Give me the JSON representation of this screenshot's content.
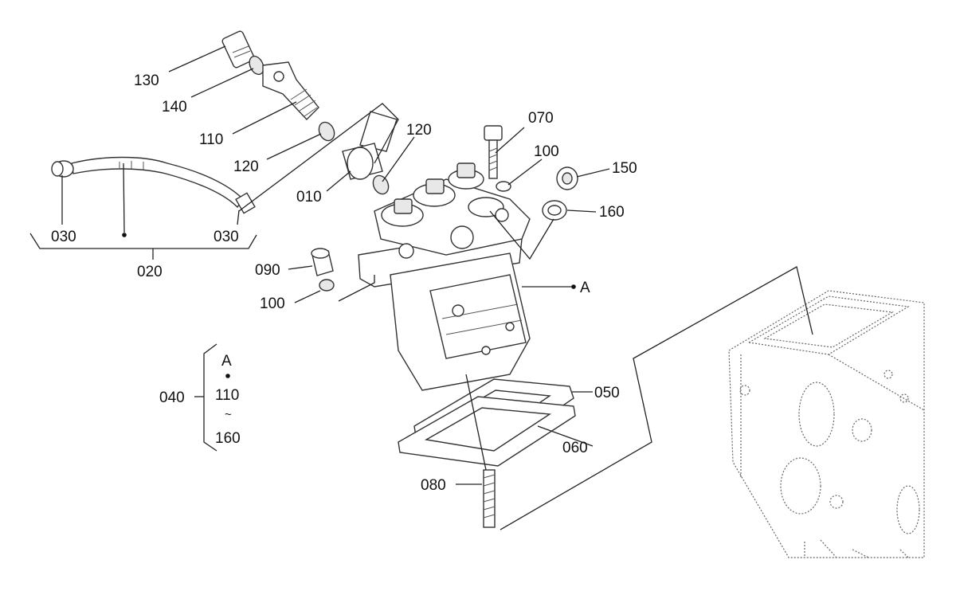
{
  "callouts": {
    "c130": "130",
    "c140": "140",
    "c110": "110",
    "c120a": "120",
    "c120b": "120",
    "c010": "010",
    "c070": "070",
    "c100a": "100",
    "c150": "150",
    "c160": "160",
    "c030a": "030",
    "c030b": "030",
    "c020": "020",
    "c090": "090",
    "c100b": "100",
    "cA": "A",
    "c050": "050",
    "c060": "060",
    "c080": "080"
  },
  "assembly_key": {
    "number": "040",
    "ref": "A",
    "from": "110",
    "tilde": "~",
    "to": "160"
  }
}
